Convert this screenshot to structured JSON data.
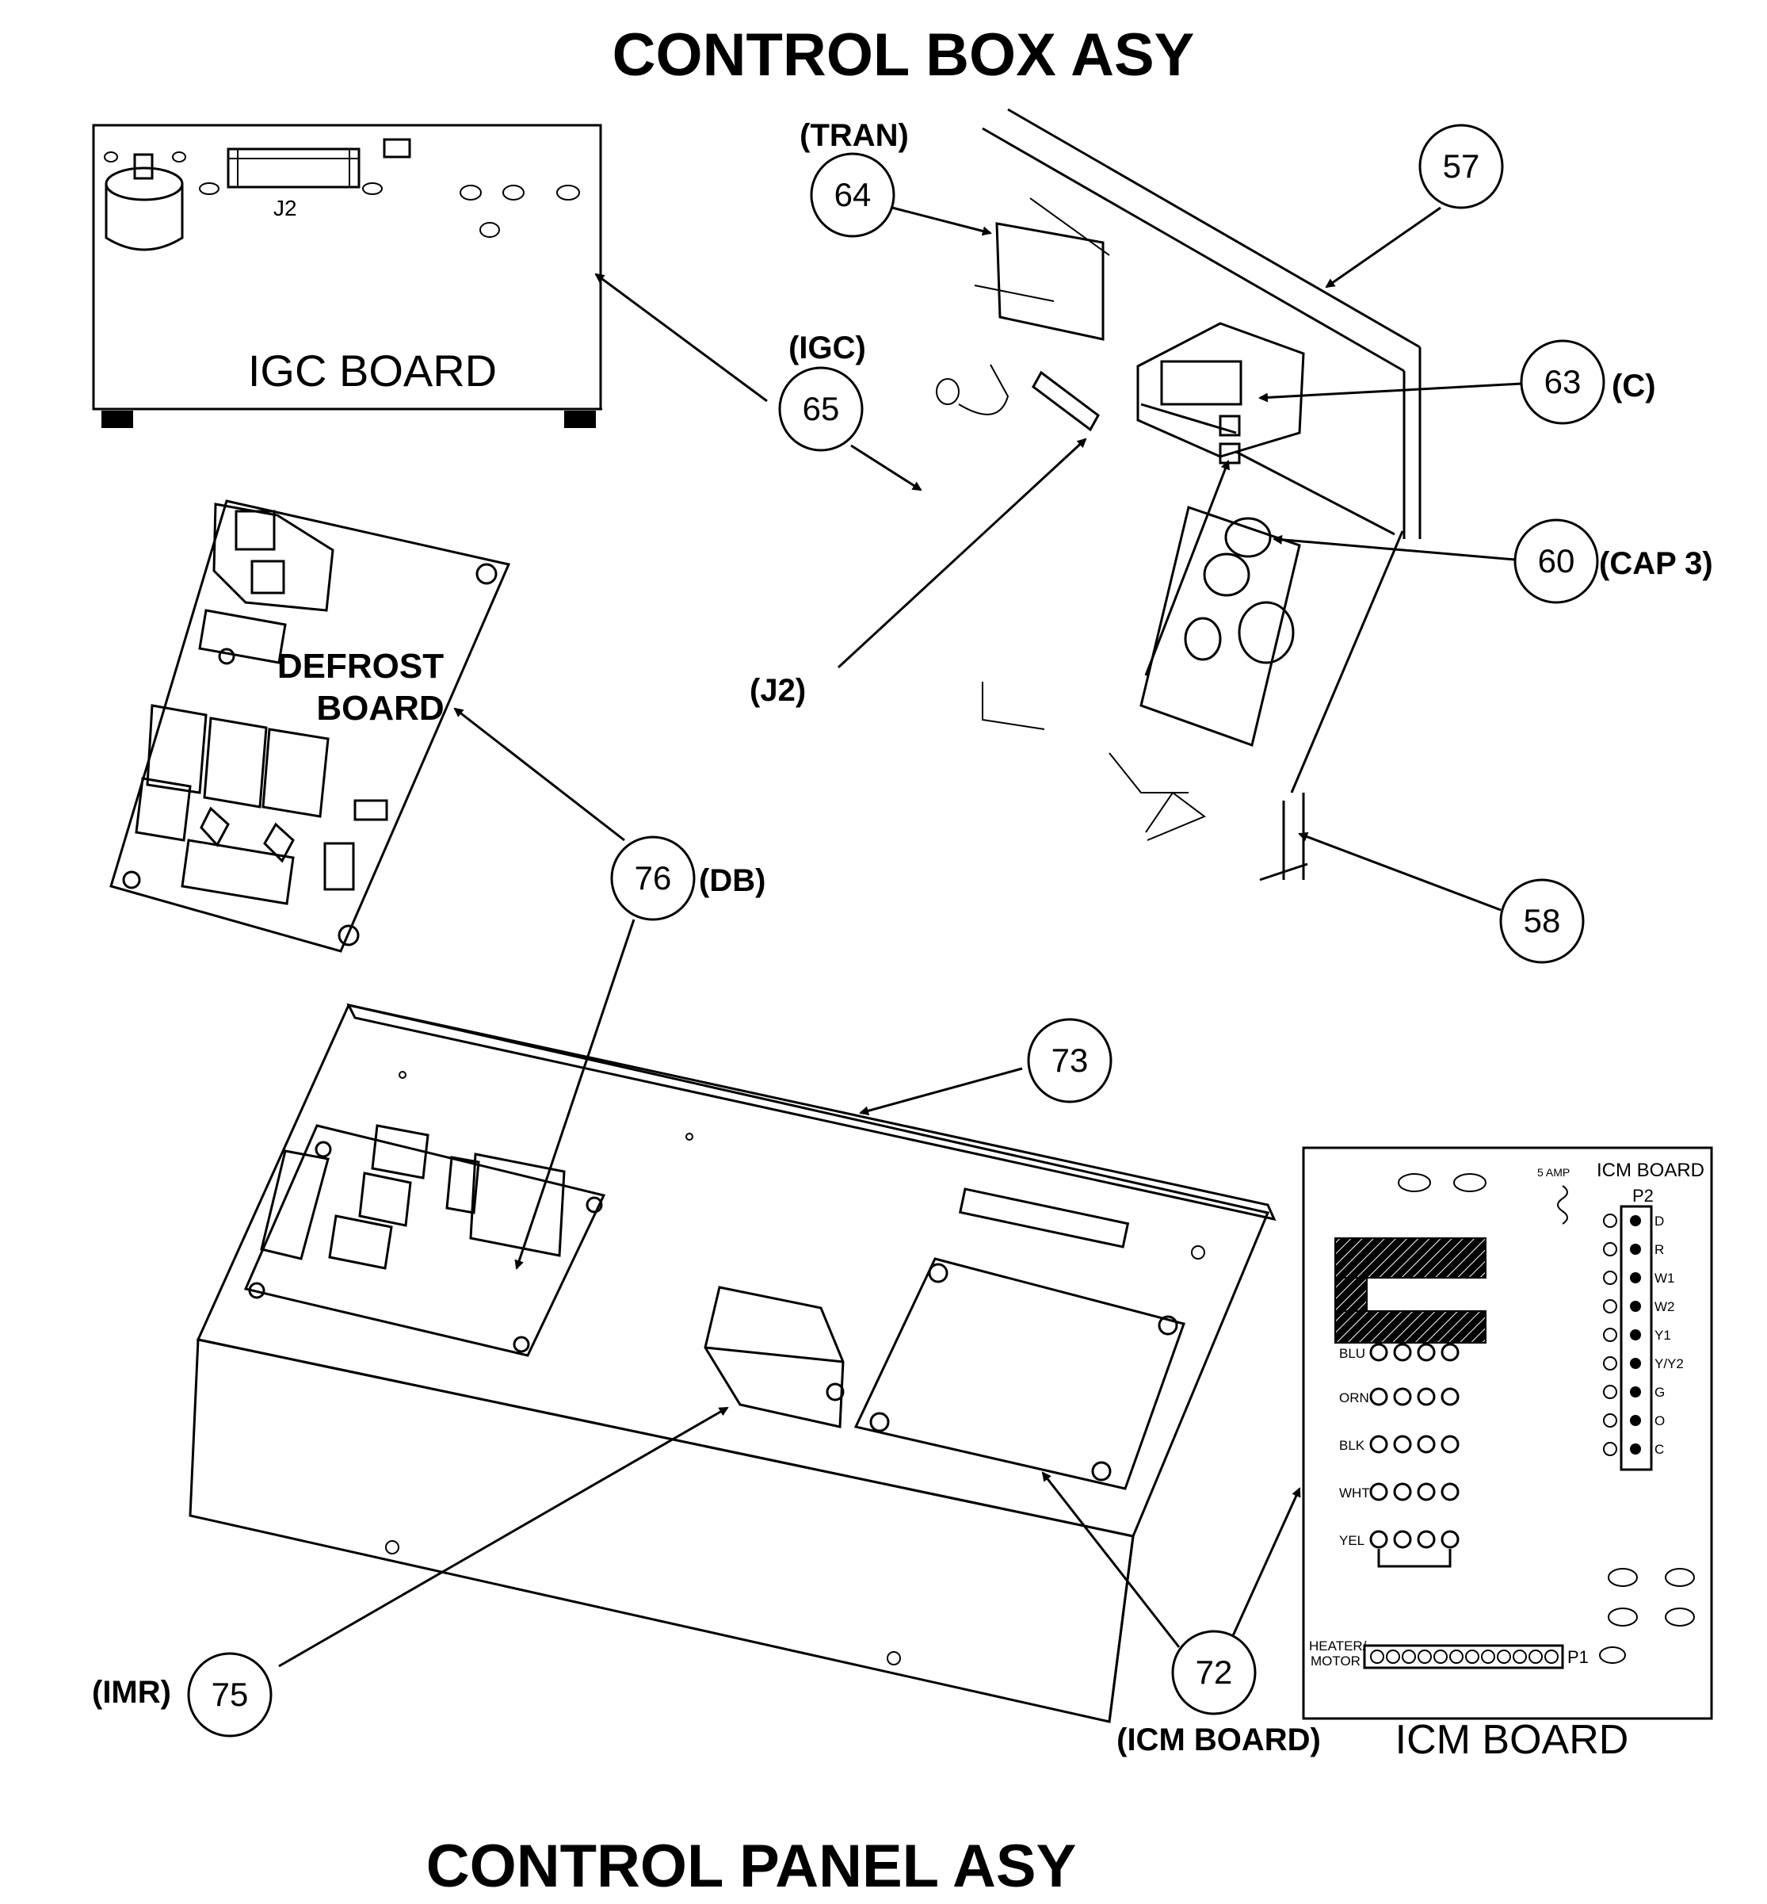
{
  "titles": {
    "top": "CONTROL BOX ASY",
    "bottom": "CONTROL PANEL ASY"
  },
  "boards": {
    "igc": {
      "label": "IGC BOARD",
      "connector": "J2"
    },
    "defrost": {
      "line1": "DEFROST",
      "line2": "BOARD"
    },
    "icm": {
      "label": "ICM BOARD",
      "header_label": "ICM BOARD",
      "fuse_label": "5 AMP",
      "p2_label": "P2",
      "p2_pins": [
        "D",
        "R",
        "W1",
        "W2",
        "Y1",
        "Y/Y2",
        "G",
        "O",
        "C"
      ],
      "rows": [
        "BLU",
        "ORN",
        "BLK",
        "WHT",
        "YEL"
      ],
      "heater_label_1": "HEATER/",
      "heater_label_2": "MOTOR",
      "p1_label": "P1"
    }
  },
  "callouts": [
    {
      "id": "57",
      "num": "57",
      "tag": ""
    },
    {
      "id": "58",
      "num": "58",
      "tag": ""
    },
    {
      "id": "60",
      "num": "60",
      "tag": "(CAP 3)"
    },
    {
      "id": "63",
      "num": "63",
      "tag": "(C)"
    },
    {
      "id": "64",
      "num": "64",
      "tag": "(TRAN)"
    },
    {
      "id": "65",
      "num": "65",
      "tag": "(IGC)"
    },
    {
      "id": "72",
      "num": "72",
      "tag": "(ICM BOARD)"
    },
    {
      "id": "73",
      "num": "73",
      "tag": ""
    },
    {
      "id": "75",
      "num": "75",
      "tag": "(IMR)"
    },
    {
      "id": "76",
      "num": "76",
      "tag": "(DB)"
    }
  ],
  "standalone_labels": {
    "j2": "(J2)"
  }
}
